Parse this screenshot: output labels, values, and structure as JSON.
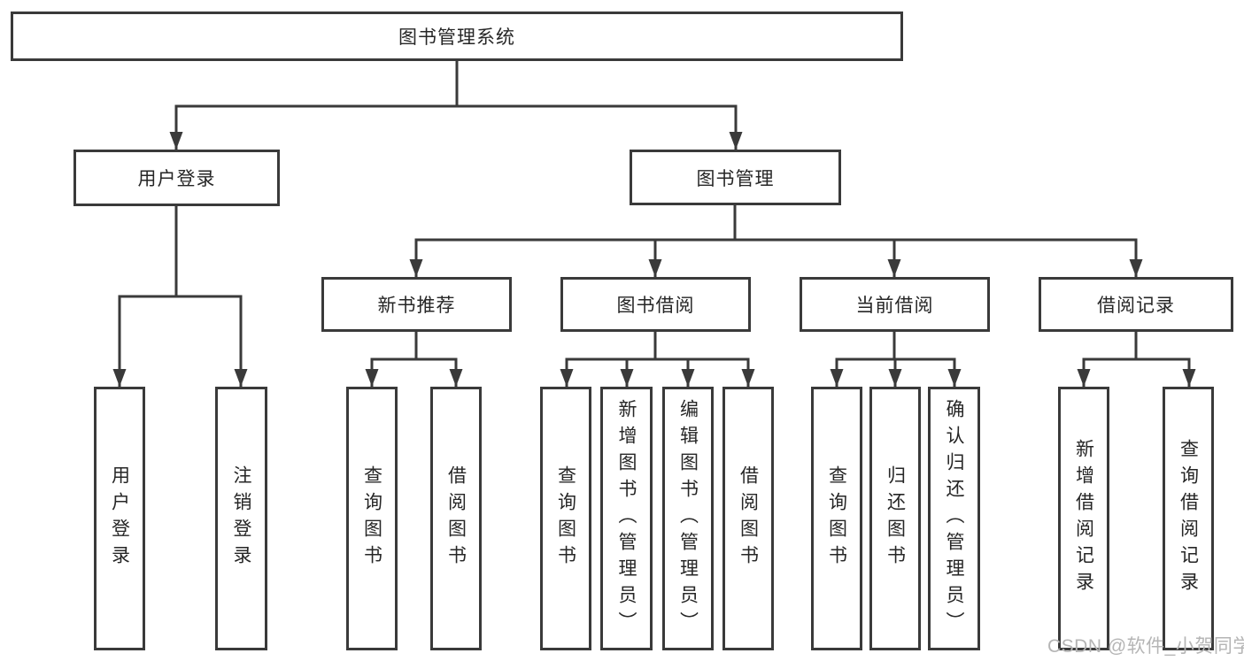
{
  "diagram_title": "图书管理系统",
  "nodes": {
    "root": "图书管理系统",
    "level2": {
      "user_login": "用户登录",
      "book_mgmt": "图书管理"
    },
    "level3": {
      "new_books": "新书推荐",
      "book_borrow": "图书借阅",
      "current_borrow": "当前借阅",
      "borrow_history": "借阅记录"
    },
    "leaves": {
      "user_login": "用户登录",
      "logout": "注销登录",
      "nb_query": "查询图书",
      "nb_borrow": "借阅图书",
      "bb_query": "查询图书",
      "bb_add": "新增图书（管理员）",
      "bb_edit": "编辑图书（管理员）",
      "bb_borrow": "借阅图书",
      "cb_query": "查询图书",
      "cb_return": "归还图书",
      "cb_confirm": "确认归还（管理员）",
      "hist_add": "新增借阅记录",
      "hist_query": "查询借阅记录"
    }
  },
  "hierarchy": {
    "root": "图书管理系统",
    "children": [
      {
        "label": "用户登录",
        "children": [
          "用户登录",
          "注销登录"
        ]
      },
      {
        "label": "图书管理",
        "children": [
          {
            "label": "新书推荐",
            "children": [
              "查询图书",
              "借阅图书"
            ]
          },
          {
            "label": "图书借阅",
            "children": [
              "查询图书",
              "新增图书（管理员）",
              "编辑图书（管理员）",
              "借阅图书"
            ]
          },
          {
            "label": "当前借阅",
            "children": [
              "查询图书",
              "归还图书",
              "确认归还（管理员）"
            ]
          },
          {
            "label": "借阅记录",
            "children": [
              "新增借阅记录",
              "查询借阅记录"
            ]
          }
        ]
      }
    ]
  },
  "watermark": "CSDN @软件_小贺同学",
  "colors": {
    "line": "#3a3a3a",
    "text": "#262626",
    "box_background": "#ffffff",
    "page_background": "#ffffff",
    "watermark": "#b5b5b5"
  }
}
